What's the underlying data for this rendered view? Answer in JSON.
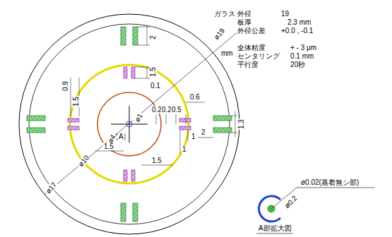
{
  "diagram": {
    "labels": [
      "ガラス",
      "外径",
      "19",
      "板厚",
      "2.3 mm",
      "外径公差",
      "+0.0 , -0.1",
      "全体精度",
      "+ - 3 μm",
      "センタリング",
      "0.1 mm",
      "平行度",
      "20秒",
      "ø19",
      "mm",
      "ø0.02(蒸着無シ部)",
      "ø0.2",
      "A部拡大図",
      "ø17",
      "ø10",
      "ø4",
      "ø1",
      "A",
      "2",
      "1.5",
      "0.1",
      "0.9",
      "1.5",
      "0.2",
      "0.2",
      "0.5",
      "0.6",
      "1.3",
      "2",
      "1.5",
      "1.5",
      "1",
      "1"
    ]
  }
}
